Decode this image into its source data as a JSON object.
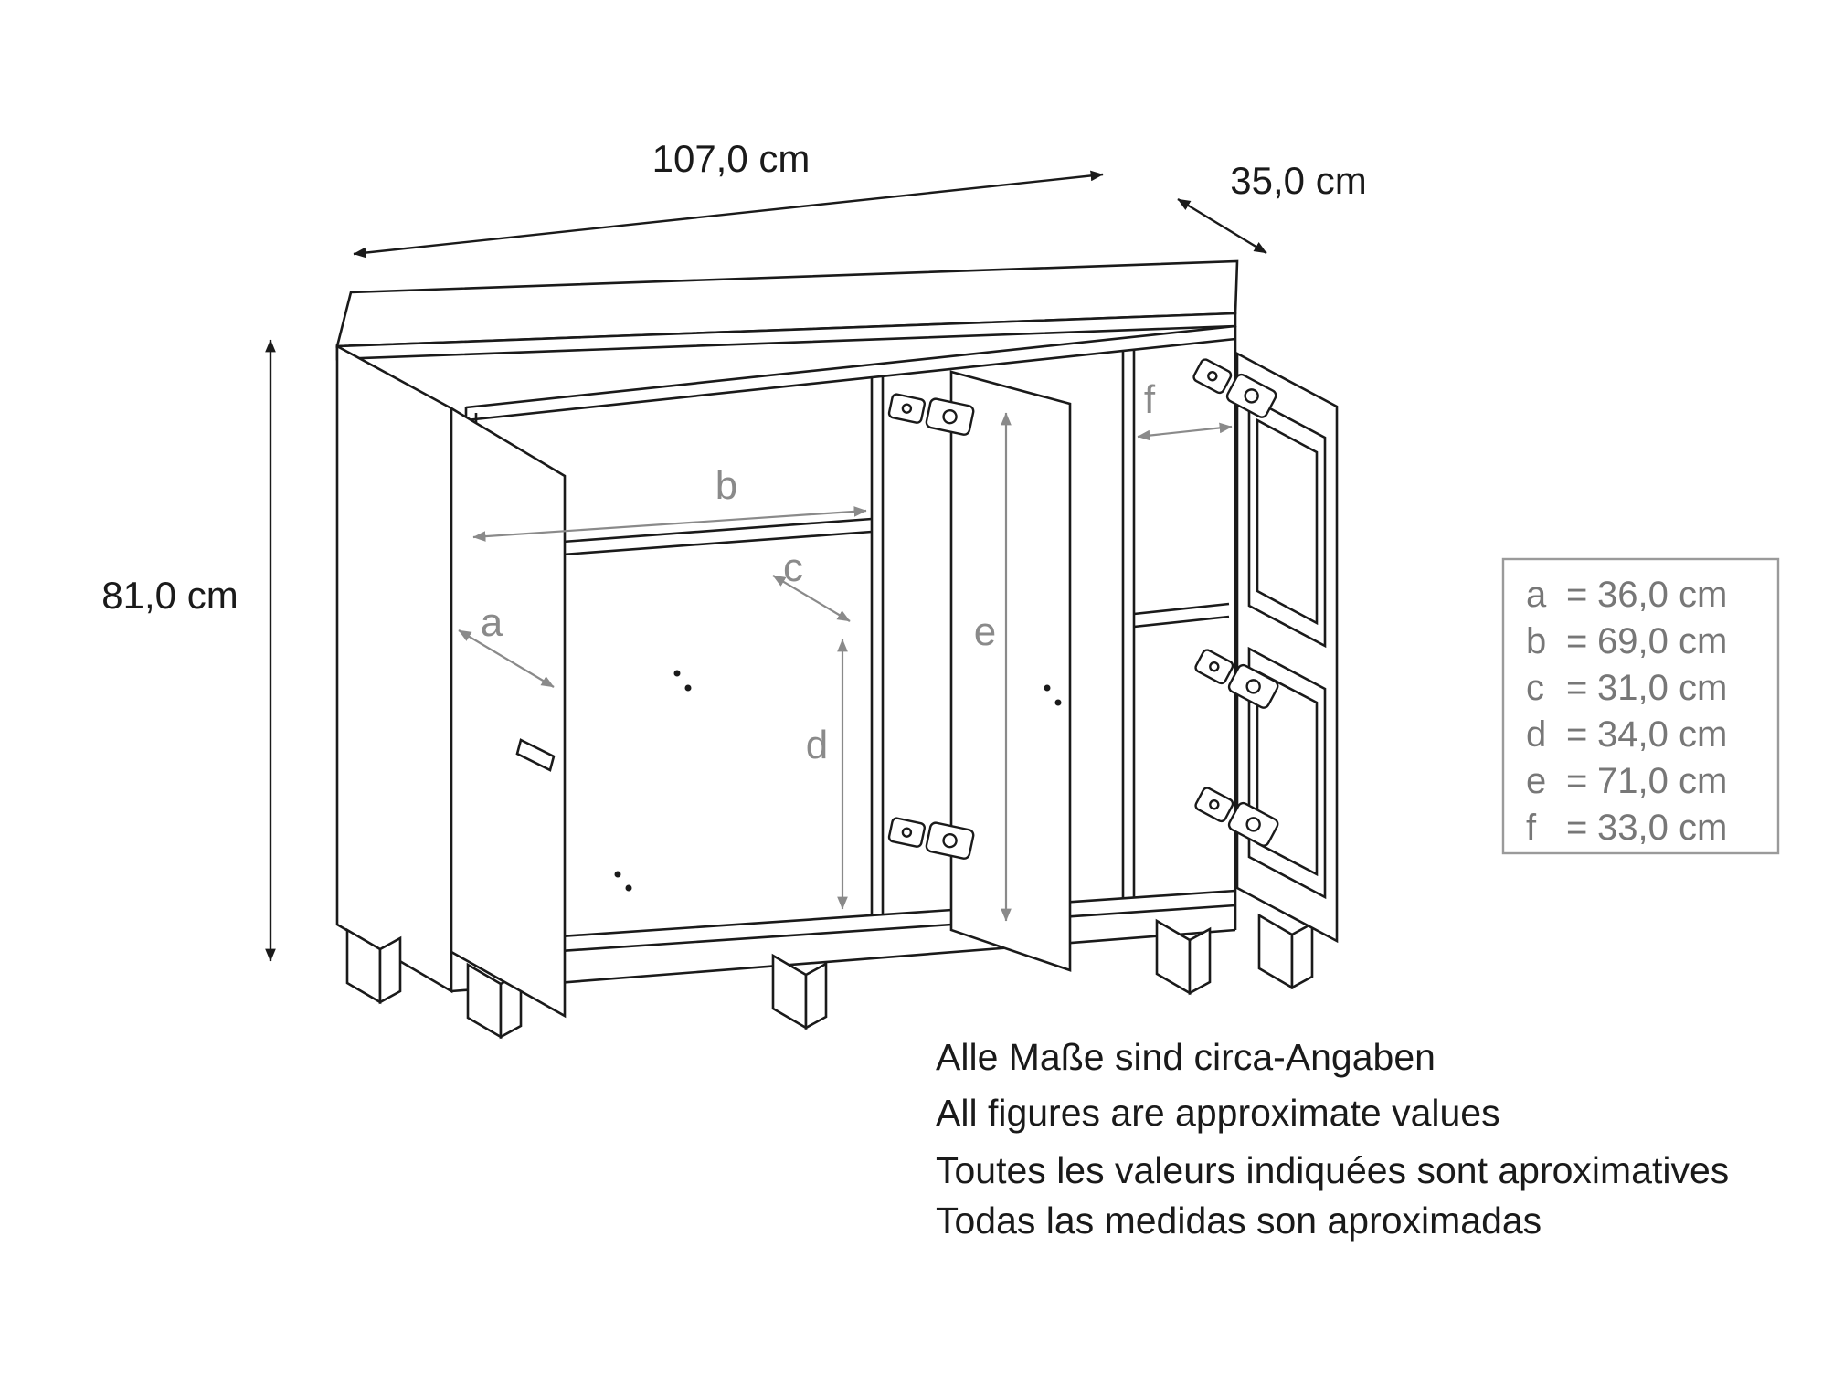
{
  "diagram": {
    "dim_width": "107,0 cm",
    "dim_depth": "35,0 cm",
    "dim_height": "81,0 cm",
    "labels": {
      "a": "a",
      "b": "b",
      "c": "c",
      "d": "d",
      "e": "e",
      "f": "f"
    }
  },
  "legend": {
    "eq": "=",
    "items": [
      {
        "label": "a",
        "value": "36,0 cm"
      },
      {
        "label": "b",
        "value": "69,0 cm"
      },
      {
        "label": "c",
        "value": "31,0 cm"
      },
      {
        "label": "d",
        "value": "34,0 cm"
      },
      {
        "label": "e",
        "value": "71,0 cm"
      },
      {
        "label": "f",
        "value": "33,0 cm"
      }
    ]
  },
  "footer": {
    "lines": [
      "Alle Maße sind circa-Angaben",
      "All figures are approximate values",
      "Toutes les valeurs indiquées sont aproximatives",
      "Todas las medidas son aproximadas"
    ]
  },
  "colors": {
    "ink": "#1a1a1a",
    "dim": "#8a8a8a",
    "legend": "#777777"
  }
}
